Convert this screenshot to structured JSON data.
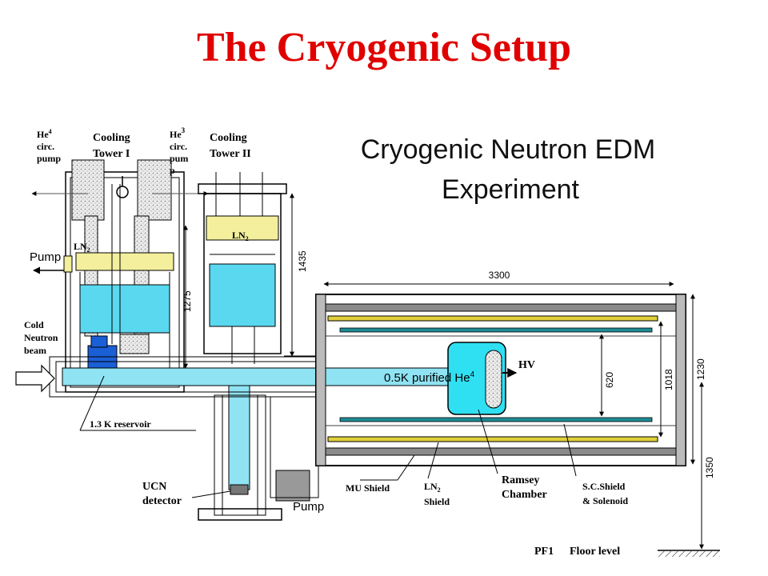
{
  "title": "The Cryogenic Setup",
  "diagram": {
    "heading_line1": "Cryogenic Neutron EDM",
    "heading_line2": "Experiment",
    "labels": {
      "he4_pump": [
        "He",
        "circ.",
        "pump"
      ],
      "cooling_tower_1": [
        "Cooling",
        "Tower I"
      ],
      "he3_pump": [
        "He",
        "circ.",
        "pum",
        "p"
      ],
      "cooling_tower_2": [
        "Cooling",
        "Tower II"
      ],
      "pump_left": "Pump",
      "ln2_left": "LN",
      "ln2_tower": "LN",
      "cold_neutron_beam": [
        "Cold",
        "Neutron",
        "beam"
      ],
      "reservoir": "1.3 K reservoir",
      "purified": "0.5K purified He",
      "hv": "HV",
      "ucn_detector": [
        "UCN",
        "detector"
      ],
      "pump_bottom": "Pump",
      "mu_shield": "MU Shield",
      "ln2_shield": [
        "LN",
        "Shield"
      ],
      "ramsey_chamber": [
        "Ramsey",
        "Chamber"
      ],
      "sc_shield": [
        "S.C.Shield",
        "& Solenoid"
      ],
      "pf1": "PF1",
      "floor_level": "Floor level"
    },
    "dimensions": {
      "d3300": "3300",
      "d1435": "1435",
      "d1275": "1275",
      "d620": "620",
      "d1018": "1018",
      "d1230": "1230",
      "d1350": "1350"
    },
    "colors": {
      "title": "#e00000",
      "helium_bath": "#5ad8f0",
      "ucn_guide": "#8fe3f3",
      "ln2": "#f3ef9c",
      "reservoir_blue": "#1a5fd6",
      "chamber": "#2fe0f2",
      "shield_gold": "#e0cf3a",
      "shield_teal": "#1f8a94"
    }
  }
}
